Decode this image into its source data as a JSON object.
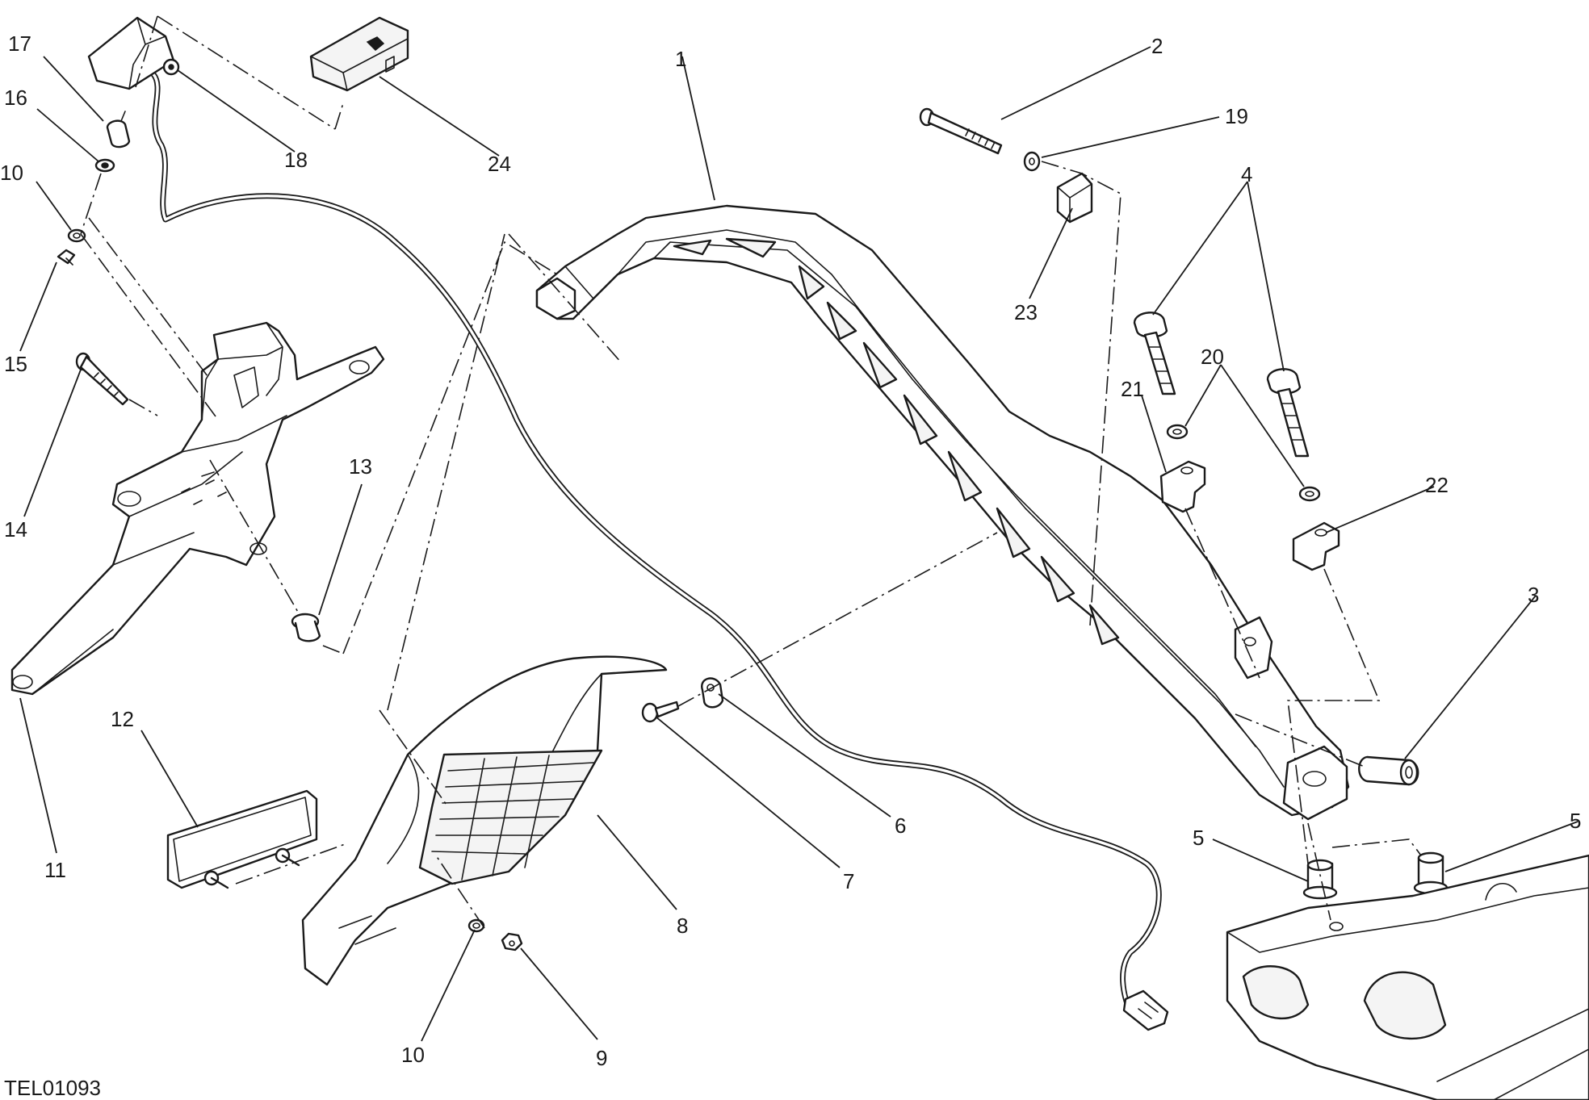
{
  "diagram": {
    "figure_code": "TEL01093",
    "callouts": [
      {
        "id": "c1",
        "label": "1"
      },
      {
        "id": "c2",
        "label": "2"
      },
      {
        "id": "c19",
        "label": "19"
      },
      {
        "id": "c4",
        "label": "4"
      },
      {
        "id": "c23",
        "label": "23"
      },
      {
        "id": "c20",
        "label": "20"
      },
      {
        "id": "c21",
        "label": "21"
      },
      {
        "id": "c22",
        "label": "22"
      },
      {
        "id": "c3",
        "label": "3"
      },
      {
        "id": "c5a",
        "label": "5"
      },
      {
        "id": "c5b",
        "label": "5"
      },
      {
        "id": "c6",
        "label": "6"
      },
      {
        "id": "c7",
        "label": "7"
      },
      {
        "id": "c8",
        "label": "8"
      },
      {
        "id": "c9",
        "label": "9"
      },
      {
        "id": "c10a",
        "label": "10"
      },
      {
        "id": "c10b",
        "label": "10"
      },
      {
        "id": "c11",
        "label": "11"
      },
      {
        "id": "c12",
        "label": "12"
      },
      {
        "id": "c13",
        "label": "13"
      },
      {
        "id": "c14",
        "label": "14"
      },
      {
        "id": "c15",
        "label": "15"
      },
      {
        "id": "c16",
        "label": "16"
      },
      {
        "id": "c17",
        "label": "17"
      },
      {
        "id": "c18",
        "label": "18"
      },
      {
        "id": "c24",
        "label": "24"
      }
    ]
  }
}
